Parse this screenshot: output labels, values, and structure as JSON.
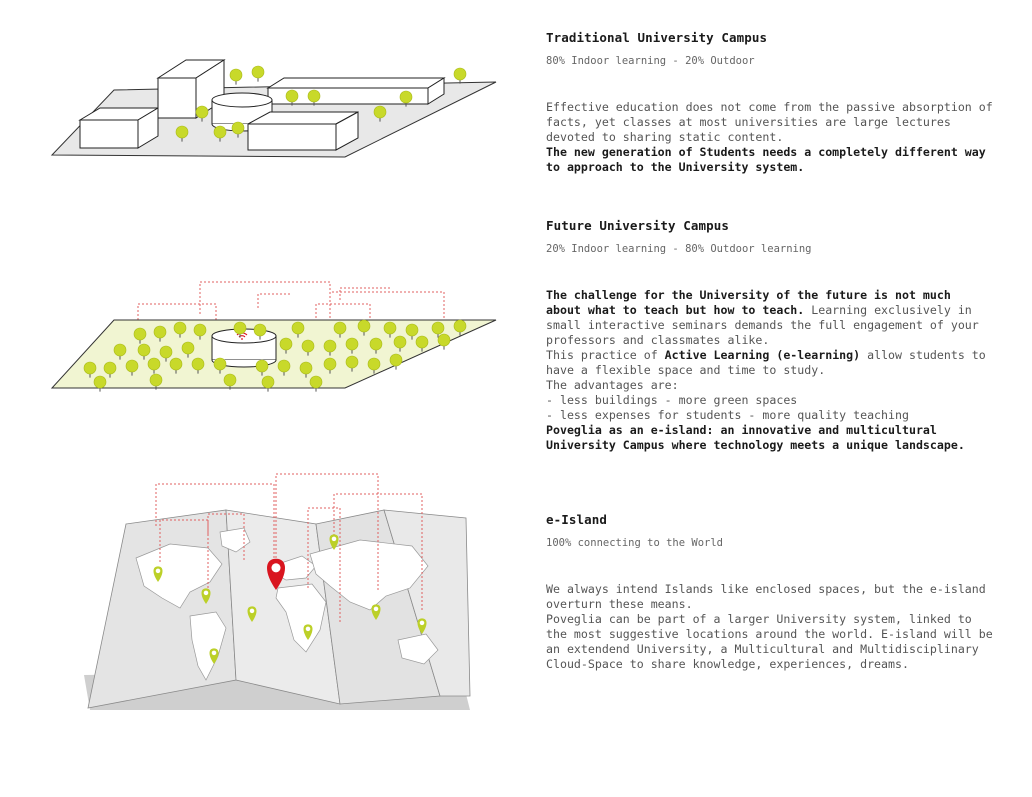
{
  "sections": {
    "traditional": {
      "title": "Traditional University Campus",
      "subtitle": "80% Indoor learning - 20% Outdoor",
      "body": [
        {
          "text": "Effective education does not come from the passive absorption of",
          "bold": false
        },
        {
          "text": "facts, yet classes at most universities are large lectures",
          "bold": false
        },
        {
          "text": "devoted to sharing static content.",
          "bold": false
        },
        {
          "text": "The new generation of Students needs a completely different way",
          "bold": true
        },
        {
          "text": "to approach to the University system.",
          "bold": true
        }
      ]
    },
    "future": {
      "title": "Future University Campus",
      "subtitle": "20% Indoor learning - 80% Outdoor learning",
      "body": [
        {
          "text": "The challenge for the University of the future is not much",
          "bold": true
        },
        {
          "bold_part": "about what to teach but how to teach.",
          "rest": " Learning exclusively in"
        },
        {
          "text": "small interactive seminars demands the full engagement of your",
          "bold": false
        },
        {
          "text": "professors and classmates alike.",
          "bold": false
        },
        {
          "pre": "This practice of ",
          "bold_part": "Active Learning (e-learning)",
          "rest": " allow students to"
        },
        {
          "text": "have a flexible space and time to study.",
          "bold": false
        },
        {
          "text": "The advantages are:",
          "bold": false
        },
        {
          "text": "- less buildings - more green spaces",
          "bold": false
        },
        {
          "text": "- less expenses for students - more quality teaching",
          "bold": false
        },
        {
          "text": "Poveglia as an e-island: an innovative and multicultural",
          "bold": true
        },
        {
          "text": "University Campus where technology meets a unique landscape.",
          "bold": true
        }
      ]
    },
    "island": {
      "title": "e-Island",
      "subtitle": "100% connecting to the World",
      "body": [
        {
          "text": "We always intend Islands like enclosed spaces, but the e-island",
          "bold": false
        },
        {
          "text": "overturn these means.",
          "bold": false
        },
        {
          "text": "Poveglia can be part of a larger University system, linked to",
          "bold": false
        },
        {
          "text": "the most suggestive locations around the world. E-island will be",
          "bold": false
        },
        {
          "text": "an extendend University, a Multicultural and Multidisciplinary",
          "bold": false
        },
        {
          "text": "Cloud-Space to share knowledge, experiences, dreams.",
          "bold": false
        }
      ]
    }
  },
  "colors": {
    "tree": "#c8d92a",
    "tree_dark": "#a9ba1a",
    "ground_green": "#f1f5d2",
    "ground_grey": "#e8e8e8",
    "map_paper": "#e6e6e6",
    "pin_red": "#d9151f",
    "pin_green": "#bcd028",
    "dotted_red": "#e06060",
    "ink": "#222222"
  },
  "icons": {
    "pin": "map-pin-icon",
    "wifi": "wifi-icon",
    "tree": "tree-icon"
  }
}
